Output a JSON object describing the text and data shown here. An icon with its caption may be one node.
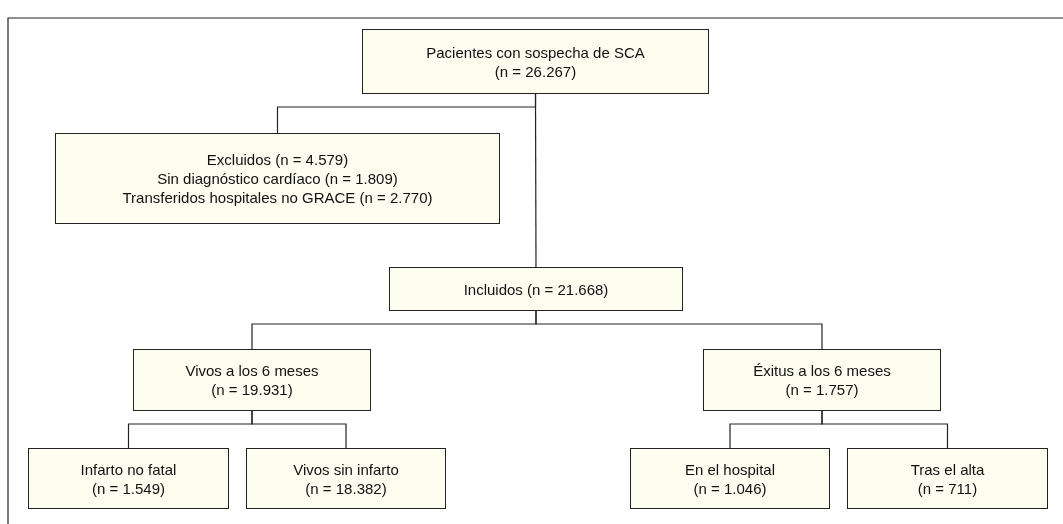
{
  "diagram": {
    "nodes": [
      {
        "text": [
          "Pacientes con sospecha de SCA",
          "(n = 26.267)"
        ]
      },
      {
        "text": [
          "Excluidos (n = 4.579)",
          "Sin diagnóstico cardíaco (n = 1.809)",
          "Transferidos hospitales no GRACE (n = 2.770)"
        ]
      },
      {
        "text": [
          "Incluidos (n = 21.668)"
        ]
      },
      {
        "text": [
          "Vivos a los 6 meses",
          "(n = 19.931)"
        ]
      },
      {
        "text": [
          "Éxitus a los 6 meses",
          "(n = 1.757)"
        ]
      },
      {
        "text": [
          "Infarto no fatal",
          "(n = 1.549)"
        ]
      },
      {
        "text": [
          "Vivos sin infarto",
          "(n = 18.382)"
        ]
      },
      {
        "text": [
          "En el hospital",
          "(n = 1.046)"
        ]
      },
      {
        "text": [
          "Tras el alta",
          "(n = 711)"
        ]
      }
    ],
    "edges": [
      {
        "from": 0,
        "to": 1,
        "arrow": "none"
      },
      {
        "from": 0,
        "to": 2,
        "arrow": "none"
      },
      {
        "from": 2,
        "to": 3,
        "arrow": "none"
      },
      {
        "from": 2,
        "to": 4,
        "arrow": "none"
      },
      {
        "from": 3,
        "to": 5,
        "arrow": "none"
      },
      {
        "from": 3,
        "to": 6,
        "arrow": "none"
      },
      {
        "from": 4,
        "to": 7,
        "arrow": "none"
      },
      {
        "from": 4,
        "to": 8,
        "arrow": "none"
      }
    ]
  }
}
